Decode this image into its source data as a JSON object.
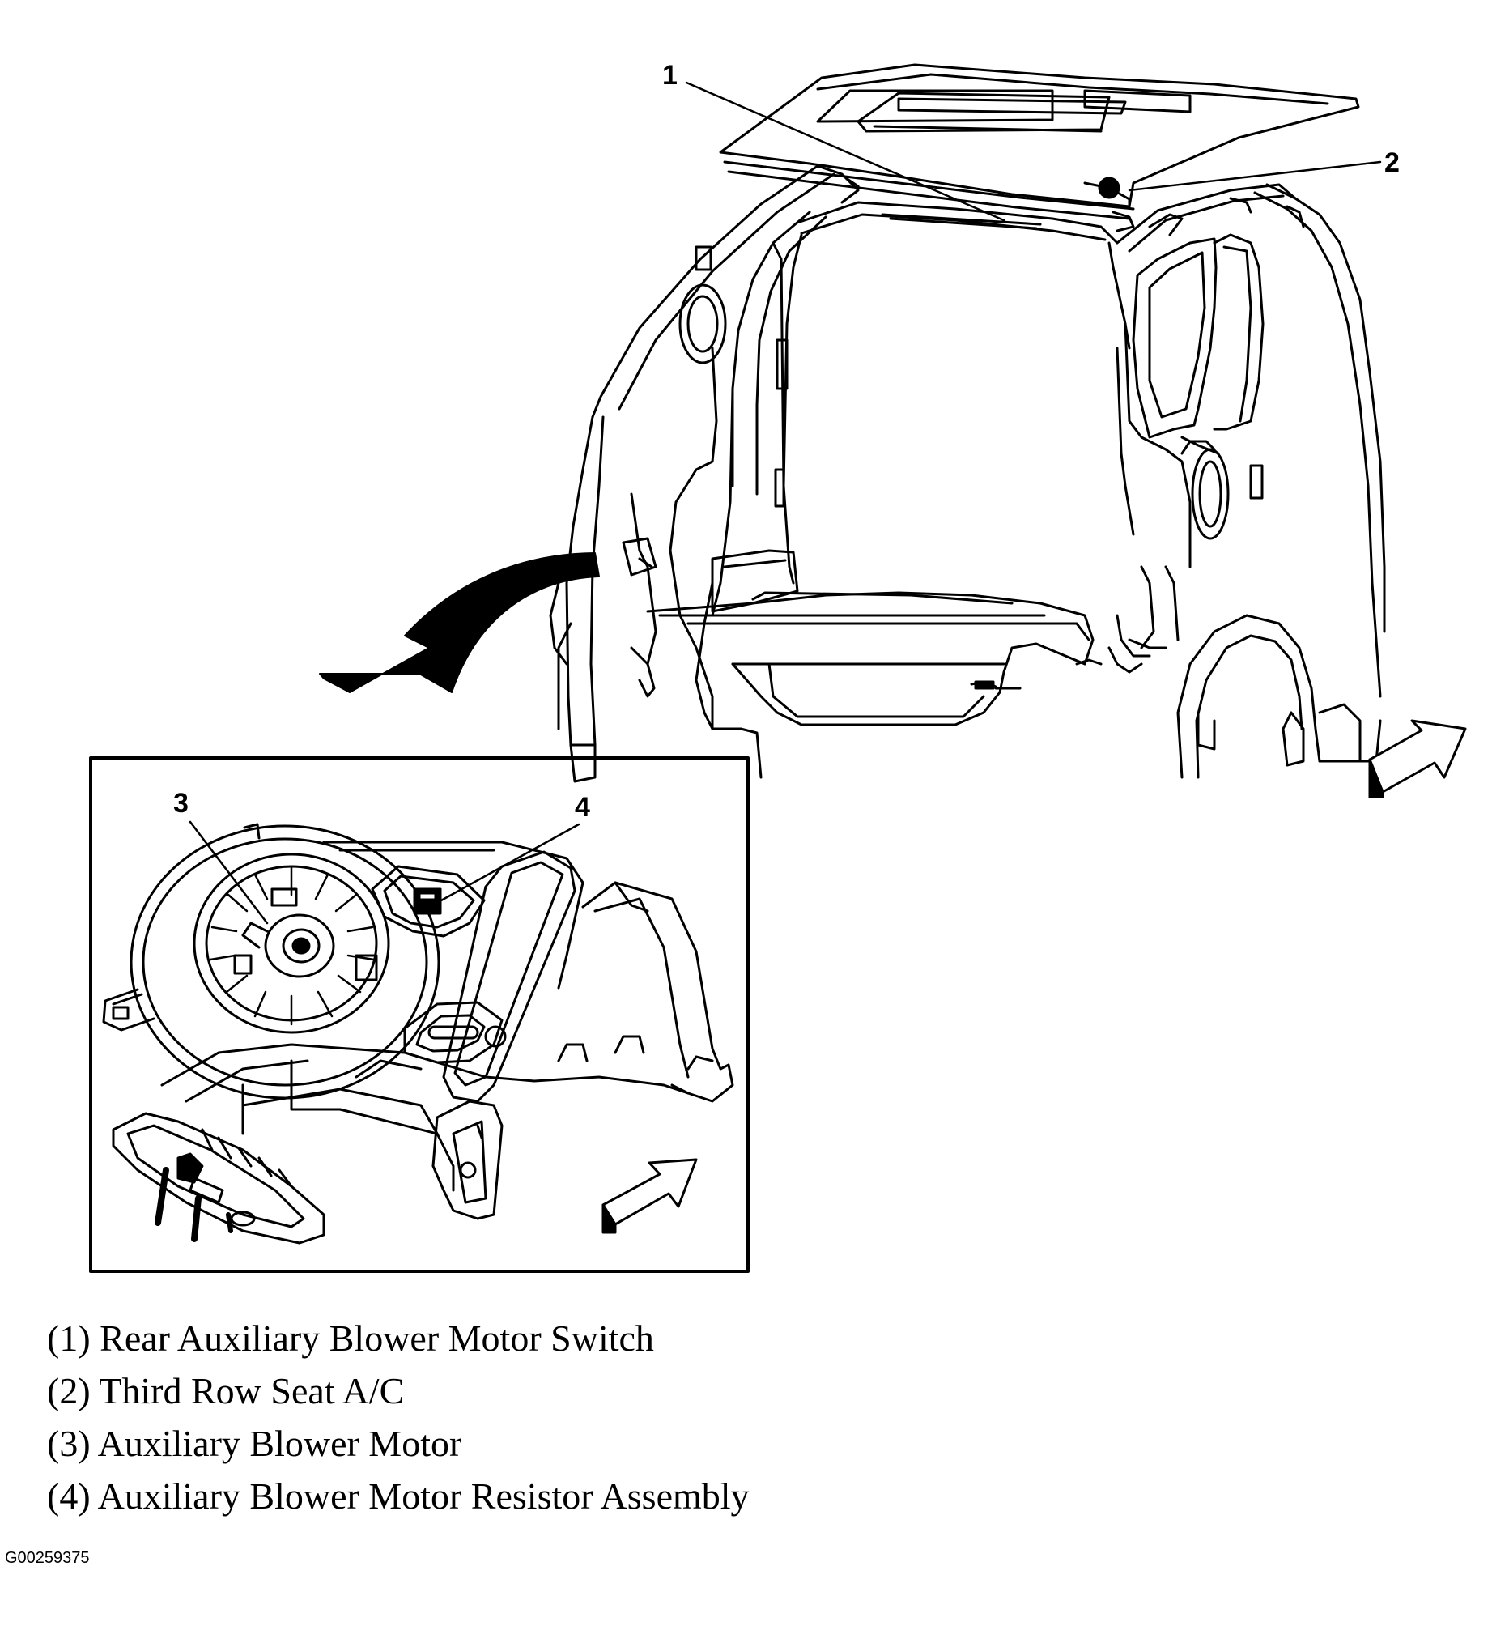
{
  "diagram": {
    "callouts": [
      {
        "number": "1",
        "label": "Rear Auxiliary Blower Motor Switch"
      },
      {
        "number": "2",
        "label": "Third Row Seat A/C"
      },
      {
        "number": "3",
        "label": "Auxiliary Blower Motor"
      },
      {
        "number": "4",
        "label": "Auxiliary Blower Motor Resistor Assembly"
      }
    ],
    "legend": [
      "(1) Rear Auxiliary Blower Motor Switch",
      "(2) Third Row Seat A/C",
      "(3) Auxiliary Blower Motor",
      "(4) Auxiliary Blower Motor Resistor Assembly"
    ],
    "figure_id": "G00259375",
    "colors": {
      "line": "#000000",
      "background": "#ffffff",
      "fill_dark": "#000000"
    },
    "icons": [
      "view-arrow-icon",
      "detail-zoom-arrow-icon"
    ]
  }
}
